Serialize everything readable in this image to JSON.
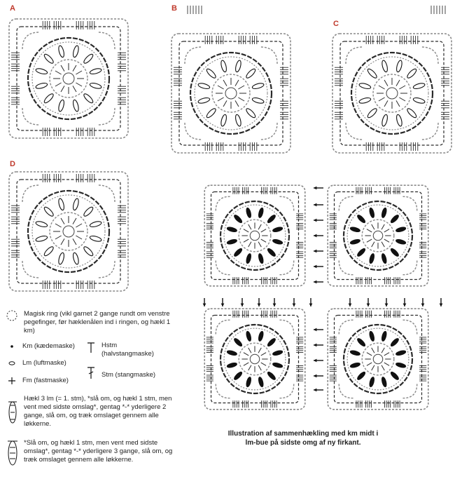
{
  "panels": [
    {
      "label": "A"
    },
    {
      "label": "B"
    },
    {
      "label": "C"
    },
    {
      "label": "D"
    }
  ],
  "legend": {
    "magic_ring": "Magisk ring (vikl garnet 2 gange rundt om venstre pegefinger, før hæklenålen ind i ringen, og hækl 1 km)",
    "km": "Km (kædemaske)",
    "lm": "Lm (luftmaske)",
    "fm": "Fm (fastmaske)",
    "hstm": "Hstm (halvstangmaske)",
    "stm": "Stm (stangmaske)",
    "cluster3": "Hækl 3 lm (= 1. stm), *slå om, og hækl 1 stm, men vent med sidste omslag*, gentag *-* yderligere 2 gange, slå om, og træk omslaget gennem alle løkkerne.",
    "cluster4": "*Slå om, og hækl 1 stm, men vent med sidste omslag*, gentag *-* yderligere 3 gange, slå om, og træk omslaget gennem alle løkkerne."
  },
  "caption": "Illustration af sammenhækling med km midt i lm-bue på sidste omg af ny firkant."
}
